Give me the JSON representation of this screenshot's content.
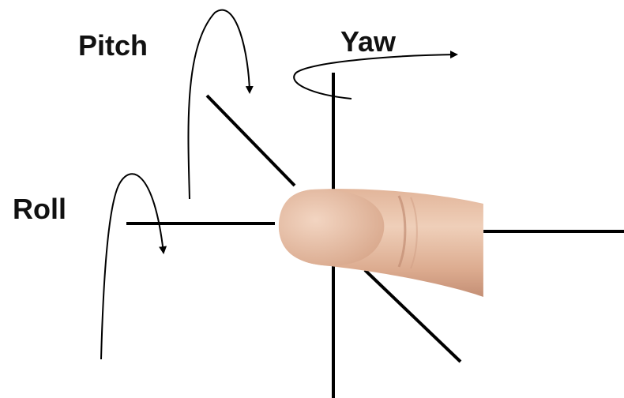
{
  "labels": {
    "pitch": "Pitch",
    "yaw": "Yaw",
    "roll": "Roll"
  },
  "colors": {
    "line": "#000000",
    "label": "#111111",
    "skin_light": "#efcfb8",
    "skin_mid": "#dcae90",
    "skin_dark": "#c8937a",
    "nail": "#e9c2ac"
  }
}
